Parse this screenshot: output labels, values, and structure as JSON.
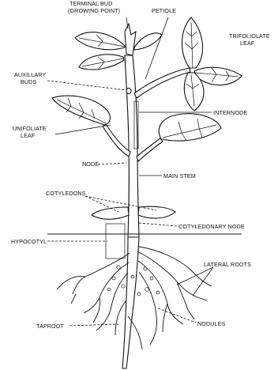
{
  "labels": {
    "terminal_bud_1": "TERMINAL BUD",
    "terminal_bud_2": "(GROWING POINT)",
    "petiole": "PETIOLE",
    "trifoliolate_1": "TRIFOLIOLATE",
    "trifoliolate_2": "LEAF",
    "auxillary_1": "AUXILLARY",
    "auxillary_2": "BUDS",
    "internode": "INTERNODE",
    "unifoliate_1": "UNIFOLIATE",
    "unifoliate_2": "LEAF",
    "node": "NODE",
    "main_stem": "MAIN STEM",
    "cotyledons": "COTYLEDONS",
    "cotyledonary_node": "COTYLEDONARY NODE",
    "hypocotyl": "HYPOCOTYL",
    "lateral_roots": "LATERAL ROOTS",
    "taproot": "TAPROOT",
    "nodules": "NODULES"
  }
}
